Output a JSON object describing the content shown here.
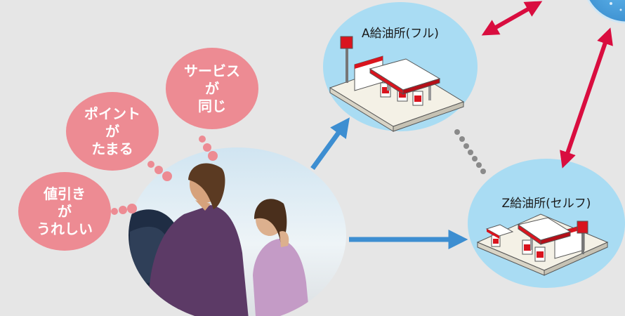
{
  "bubbles": {
    "discount": [
      "値引き",
      "が",
      "うれしい"
    ],
    "points": [
      "ポイント",
      "が",
      "たまる"
    ],
    "service": [
      "サービス",
      "が",
      "同じ"
    ]
  },
  "stations": {
    "a_label": "A給油所(フル)",
    "z_label": "Z給油所(セルフ)"
  },
  "colors": {
    "background": "#e6e6e6",
    "bubble_pink": "#ed8b93",
    "circle_blue": "#a9dcf3",
    "arrow_blue": "#3d8ed1",
    "arrow_red": "#d90d3f",
    "dots_gray": "#8a8a8a"
  }
}
